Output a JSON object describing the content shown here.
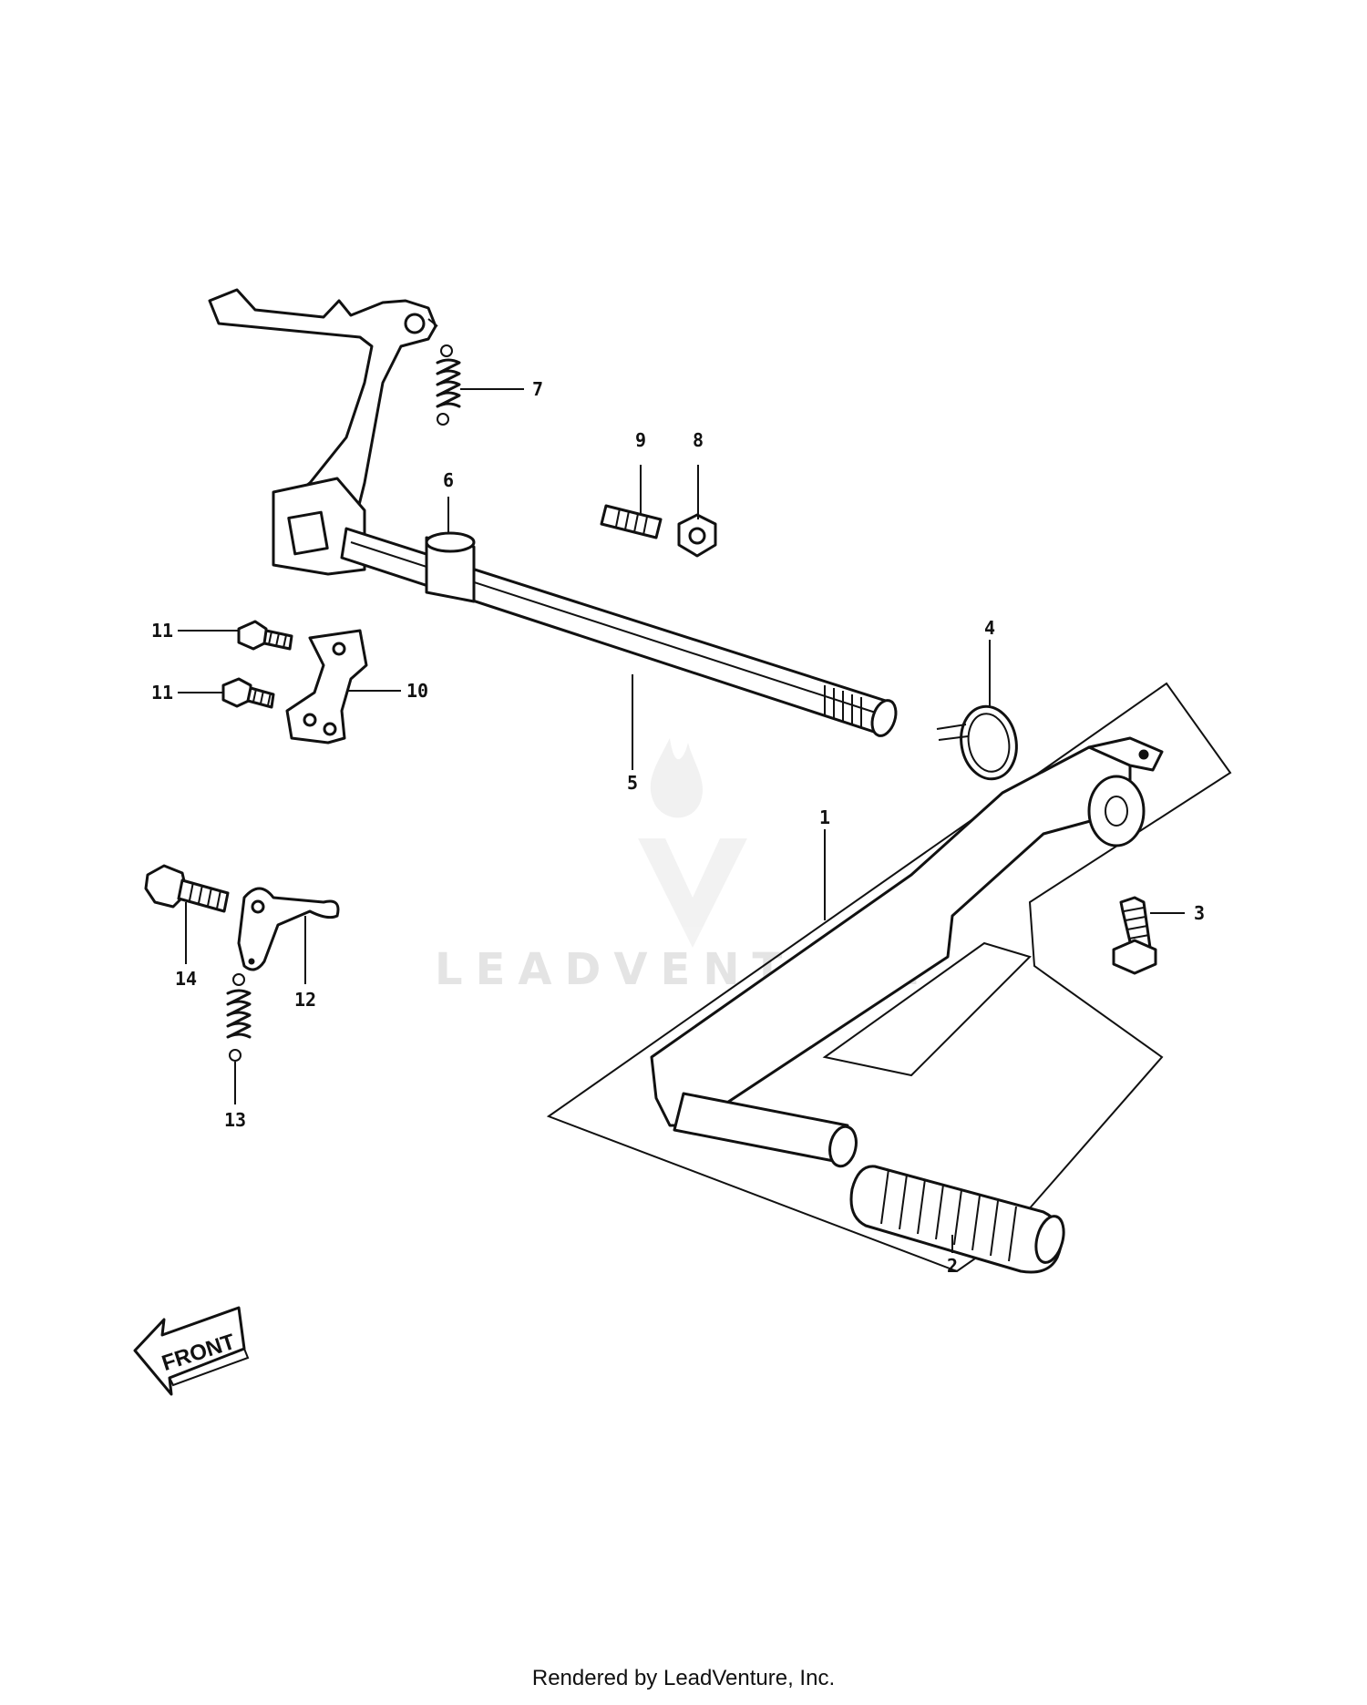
{
  "diagram": {
    "callouts": {
      "c1": "1",
      "c2": "2",
      "c3": "3",
      "c4": "4",
      "c5": "5",
      "c6": "6",
      "c7": "7",
      "c8": "8",
      "c9": "9",
      "c10": "10",
      "c11a": "11",
      "c11b": "11",
      "c12": "12",
      "c13": "13",
      "c14": "14"
    },
    "front_label": "FRONT"
  },
  "watermark": {
    "text": "LEADVENTURE"
  },
  "footer": {
    "text": "Rendered by LeadVenture, Inc."
  }
}
